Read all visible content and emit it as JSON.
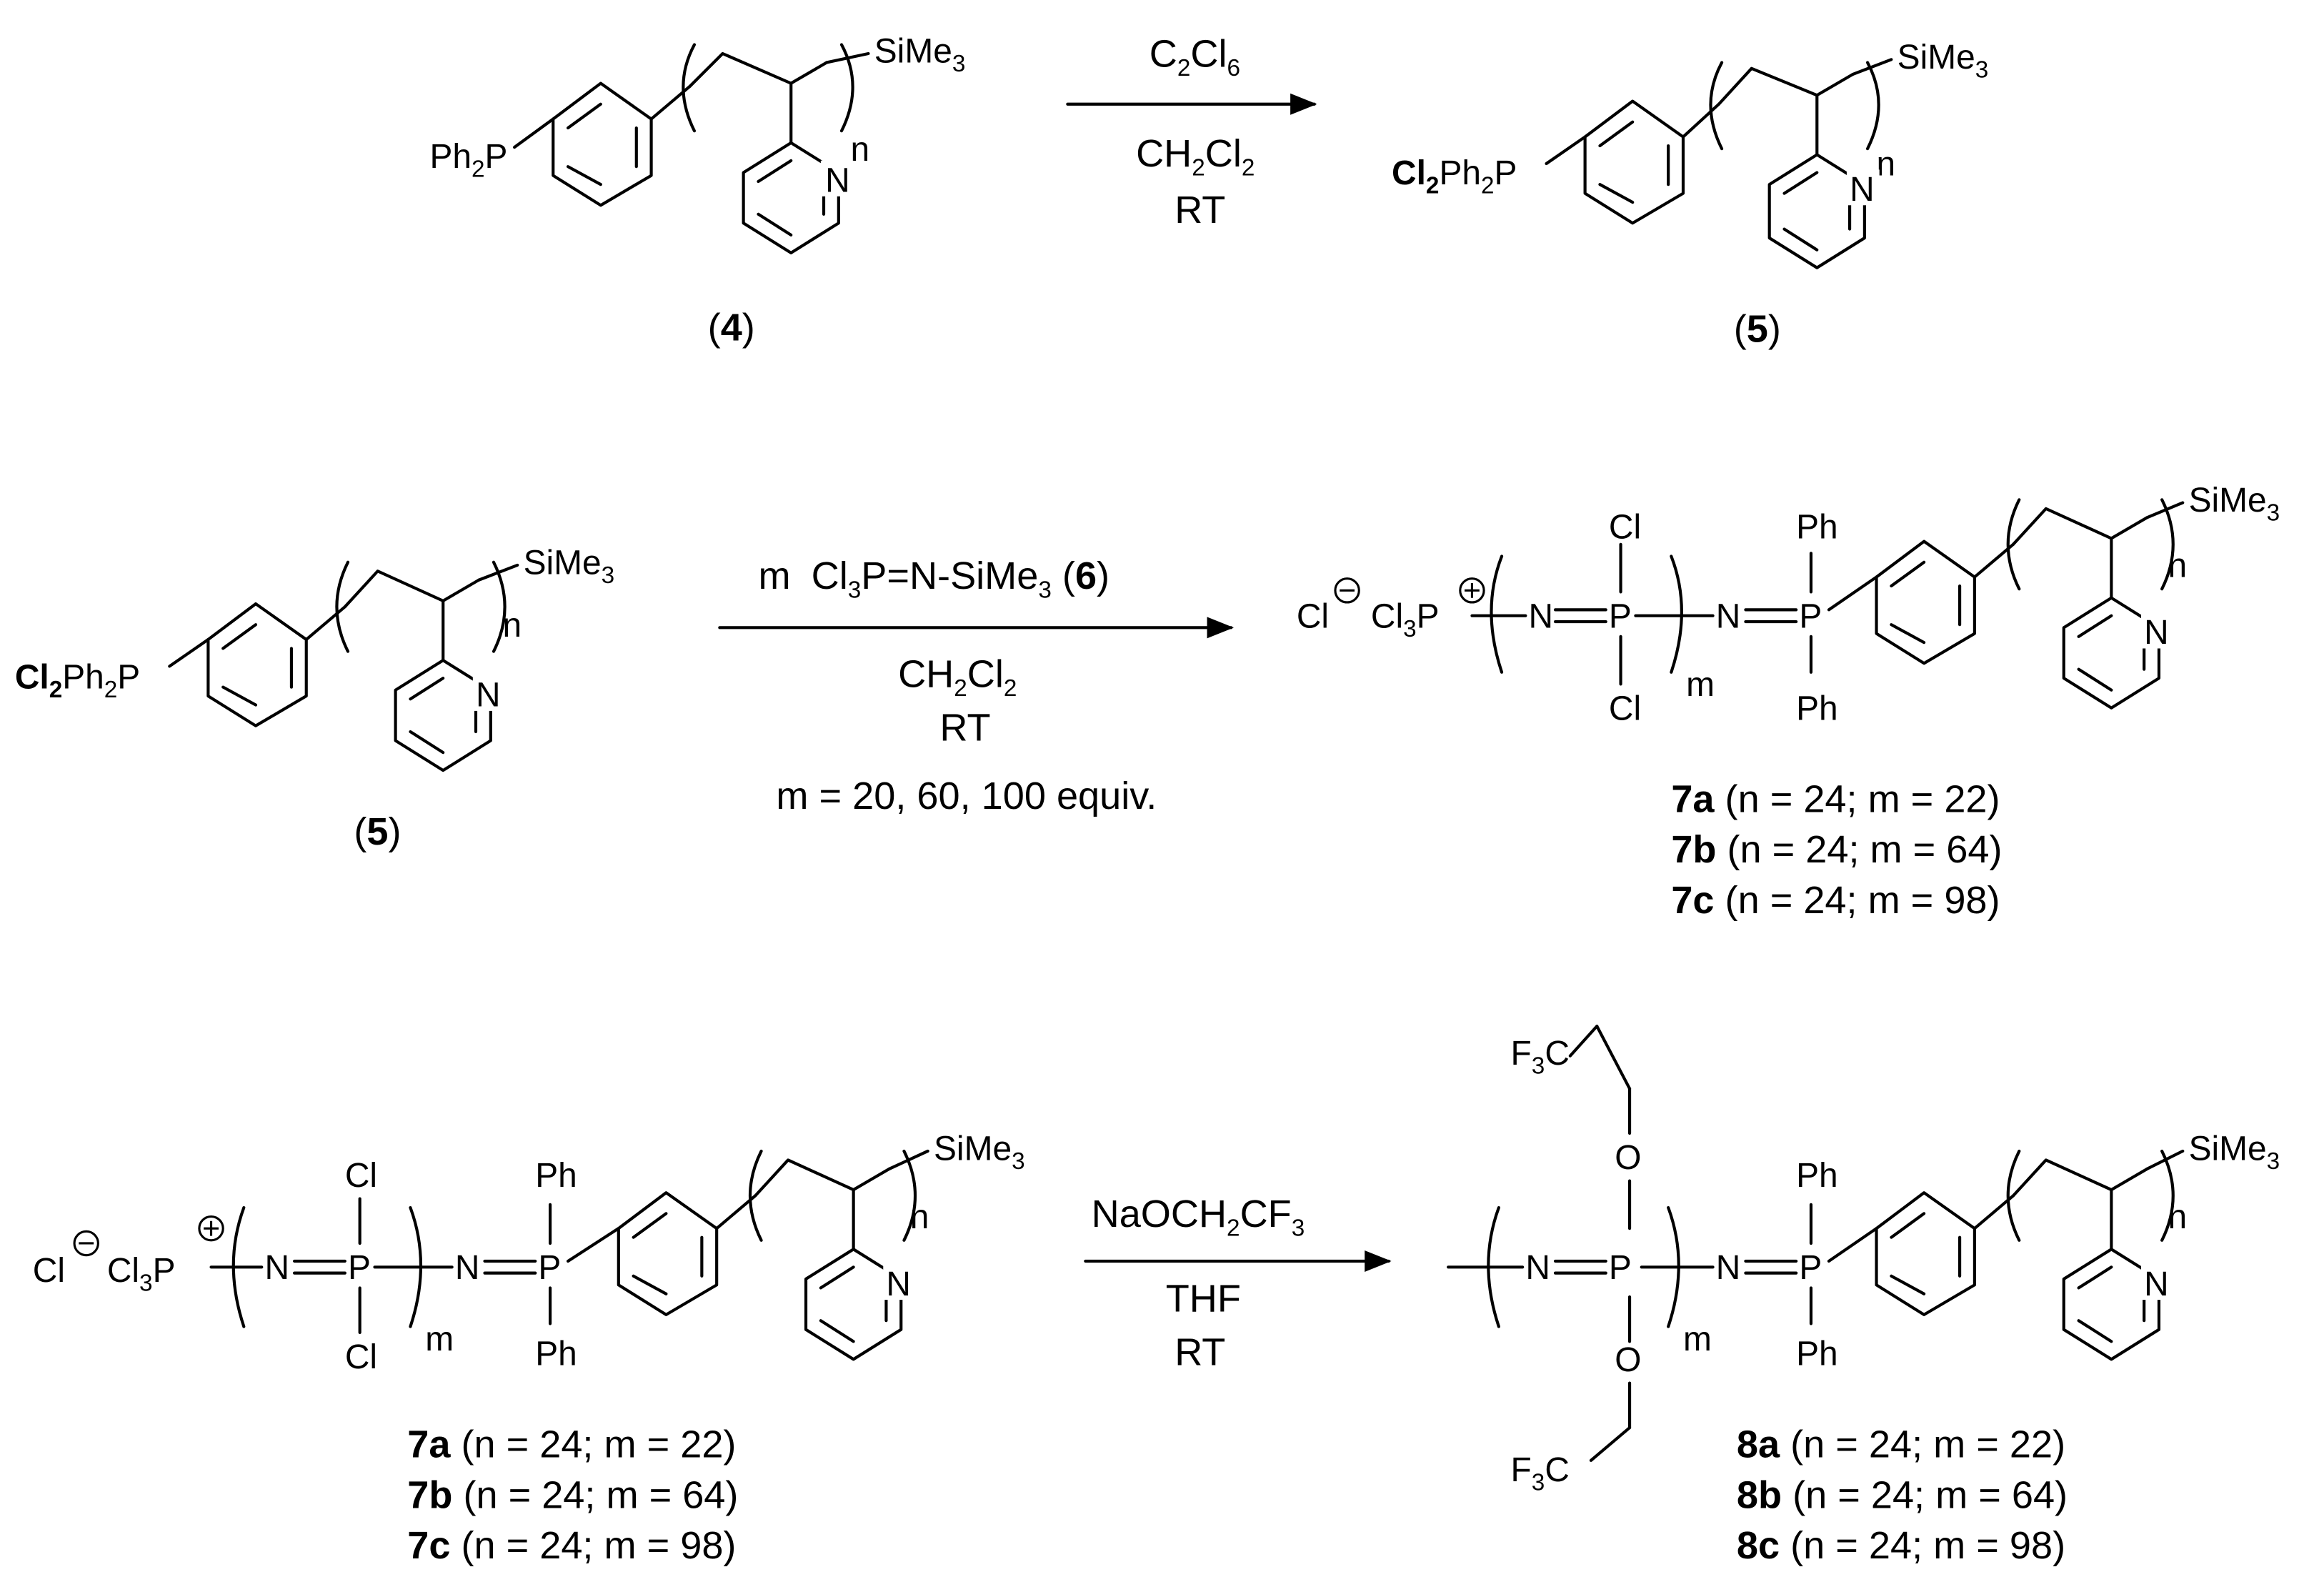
{
  "scheme": {
    "row1": {
      "reactant": {
        "label": "4",
        "ph2p": "Ph",
        "ph2p_sub": "2",
        "ph2p_p": "P",
        "sime3": "SiMe",
        "sime3_sub": "3",
        "n": "n",
        "N": "N"
      },
      "reagent": {
        "c2": "C",
        "c2_sub": "2",
        "cl6": "Cl",
        "cl6_sub": "6"
      },
      "solvent": {
        "ch2": "CH",
        "ch2_sub": "2",
        "cl2": "Cl",
        "cl2_sub": "2"
      },
      "temp": "RT",
      "product": {
        "label": "5",
        "cl2": "Cl",
        "cl2_sub": "2",
        "ph2": "Ph",
        "ph2_sub": "2",
        "p": "P",
        "sime3": "SiMe",
        "sime3_sub": "3",
        "n": "n",
        "N": "N"
      }
    },
    "row2": {
      "reactant": {
        "label": "5"
      },
      "reagent": {
        "m": "m",
        "cl3": "Cl",
        "cl3_sub": "3",
        "rest": "P=N-SiMe",
        "rest_sub": "3",
        "ref": "6"
      },
      "solvent": {
        "ch2": "CH",
        "ch2_sub": "2",
        "cl2": "Cl",
        "cl2_sub": "2"
      },
      "temp": "RT",
      "equiv": "m = 20, 60, 100 equiv.",
      "product": {
        "cl": "Cl",
        "cl3": "Cl",
        "cl3_sub": "3",
        "p": "P",
        "N": "N",
        "P": "P",
        "Cl": "Cl",
        "m": "m",
        "Ph": "Ph",
        "n": "n",
        "sime3": "SiMe",
        "sime3_sub": "3"
      },
      "compounds": [
        {
          "id": "7a",
          "cond": " (n = 24; m = 22)"
        },
        {
          "id": "7b",
          "cond": " (n = 24; m = 64)"
        },
        {
          "id": "7c",
          "cond": " (n = 24; m = 98)"
        }
      ]
    },
    "row3": {
      "reagent": {
        "naoch2": "NaOCH",
        "naoch2_sub": "2",
        "cf3": "CF",
        "cf3_sub": "3"
      },
      "solvent": "THF",
      "temp": "RT",
      "reactant_compounds": [
        {
          "id": "7a",
          "cond": " (n = 24; m = 22)"
        },
        {
          "id": "7b",
          "cond": " (n = 24; m = 64)"
        },
        {
          "id": "7c",
          "cond": " (n = 24; m = 98)"
        }
      ],
      "product": {
        "f3c": "F",
        "f3c_sub": "3",
        "f3c_c": "C",
        "O": "O"
      },
      "product_compounds": [
        {
          "id": "8a",
          "cond": " (n = 24; m = 22)"
        },
        {
          "id": "8b",
          "cond": " (n = 24; m = 64)"
        },
        {
          "id": "8c",
          "cond": " (n = 24; m = 98)"
        }
      ]
    }
  }
}
